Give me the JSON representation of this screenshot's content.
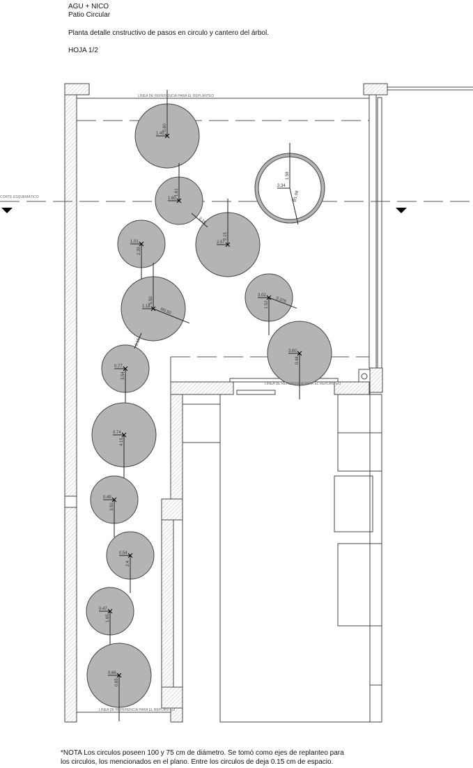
{
  "header": {
    "authors": "AGU + NICO",
    "project": "Patio Circular",
    "description": "Planta detalle cnstructivo de pasos en circulo y cantero del árbol.",
    "sheet": "HOJA 1/2"
  },
  "drawing": {
    "cut_label": "CORTE ESQUEMÁTICO",
    "reference_line_label": "LINEA DE REFERENCIA PARA EL REPLANTEO",
    "fill_color": "#b4b4b4",
    "step_circles": [
      {
        "h": "1.45",
        "v": "0.60"
      },
      {
        "h": "1.60",
        "v": "1.61"
      },
      {
        "h": "1.01",
        "v": "2.39"
      },
      {
        "h": "2.57",
        "v": "2.15"
      },
      {
        "h": "1.18",
        "v": "5.50",
        "r": "R0.50"
      },
      {
        "h": "3.02",
        "v": "1.52",
        "r": "0.375"
      },
      {
        "h": "3.60",
        "v": "0.44"
      },
      {
        "h": "0.77",
        "v": "3.54"
      },
      {
        "h": "0.74",
        "v": "4.15"
      },
      {
        "h": "0.49",
        "v": "3.50"
      },
      {
        "h": "0.54",
        "v": "2.4"
      },
      {
        "h": "0.47",
        "v": "1.65"
      },
      {
        "h": "0.66",
        "v": "0.65"
      }
    ],
    "tree_bed": {
      "h": "3.34",
      "v": "1.58",
      "r": "Ø1.08"
    },
    "gap_label": "0.15"
  },
  "note": "*NOTA Los circulos poseen 100 y 75 cm de diámetro. Se tomó como ejes de replanteo para los circulos, los mencionados en el plano. Entre los circulos de deja 0.15 cm de espacio."
}
